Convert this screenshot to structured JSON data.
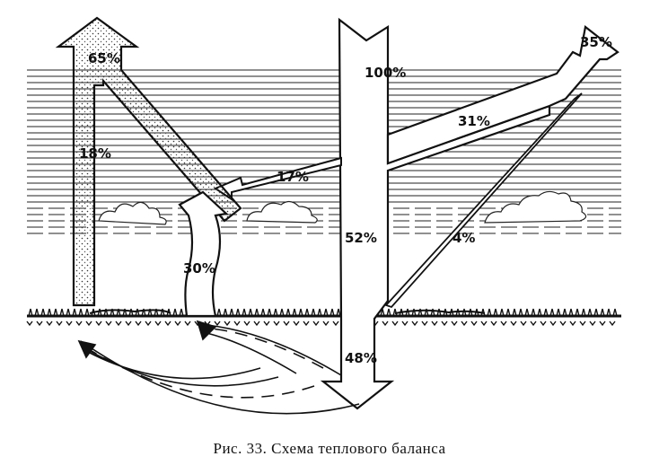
{
  "diagram": {
    "caption": "Рис. 33. Схема теплового баланса",
    "labels": {
      "incoming": "100%",
      "outgoing_reflected": "35%",
      "cloud_reflection": "31%",
      "atmosphere_absorbed": "17%",
      "atmosphere_total": "52%",
      "surface_reflection": "4%",
      "surface_absorbed": "48%",
      "ground_to_atmosphere": "30%",
      "ground_radiation": "18%",
      "outgoing_longwave": "65%"
    }
  }
}
